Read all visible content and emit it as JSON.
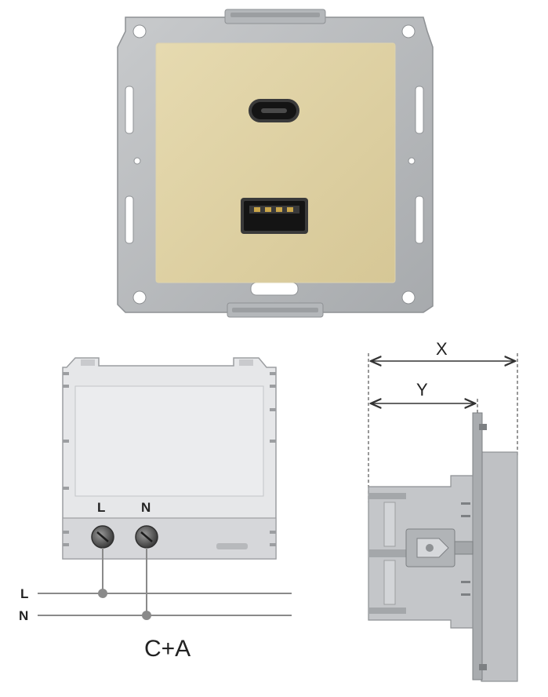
{
  "top_product": {
    "frame_color": "#b9bcbf",
    "plate_color": "#e0d3a6",
    "port_usb_c_icon": "usb-c-port",
    "port_usb_a_icon": "usb-a-port"
  },
  "wiring": {
    "terminal_l_label": "L",
    "terminal_n_label": "N",
    "line_l_label": "L",
    "line_n_label": "N",
    "module_label": "C+A",
    "body_color": "#e6e7e9",
    "wire_color": "#8a8a8a"
  },
  "dimensions": {
    "x_label": "X",
    "y_label": "Y"
  }
}
